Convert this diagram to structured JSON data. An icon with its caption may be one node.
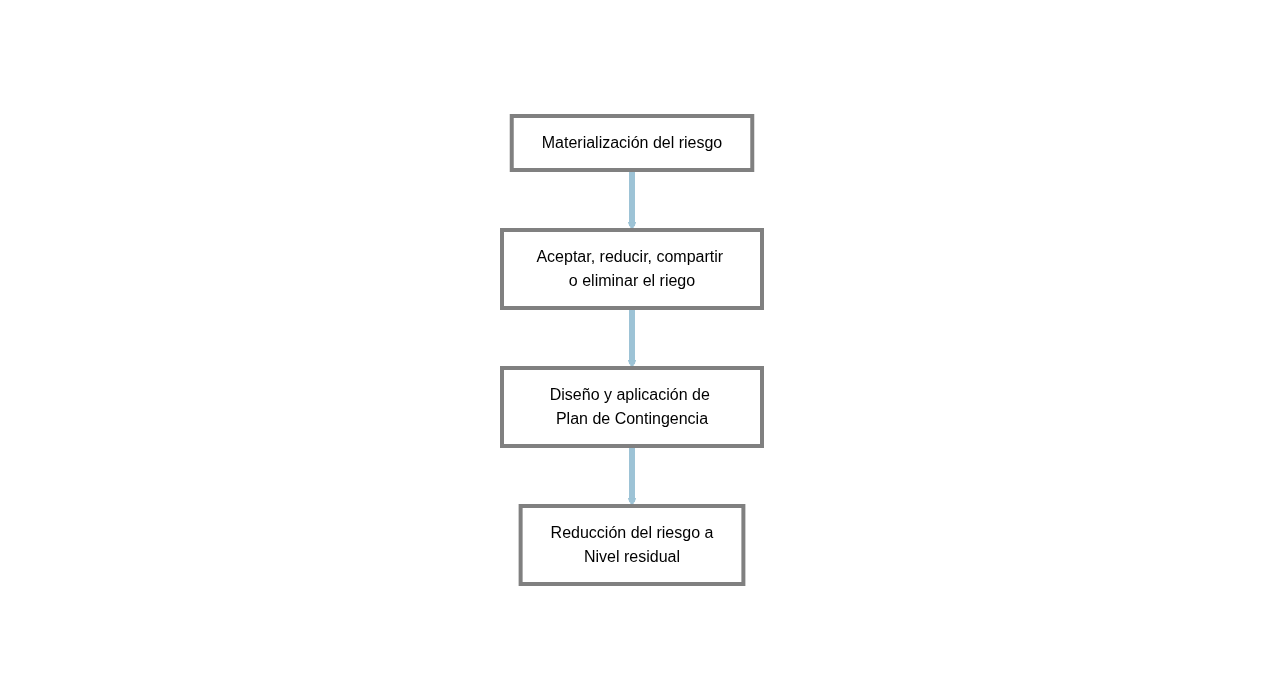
{
  "diagram": {
    "nodes": [
      {
        "text": [
          "Materialización del riesgo"
        ]
      },
      {
        "text": [
          "Aceptar, reducir, compartir o eliminar el riego"
        ]
      },
      {
        "text": [
          "Diseño y aplicación de Plan de Contingencia"
        ]
      },
      {
        "text": [
          "Reducción del riesgo a",
          "Nivel residual"
        ]
      }
    ],
    "edges": [
      {
        "from": 0,
        "to": 1,
        "arrow": "to"
      },
      {
        "from": 1,
        "to": 2,
        "arrow": "to"
      },
      {
        "from": 2,
        "to": 3,
        "arrow": "to"
      }
    ]
  }
}
